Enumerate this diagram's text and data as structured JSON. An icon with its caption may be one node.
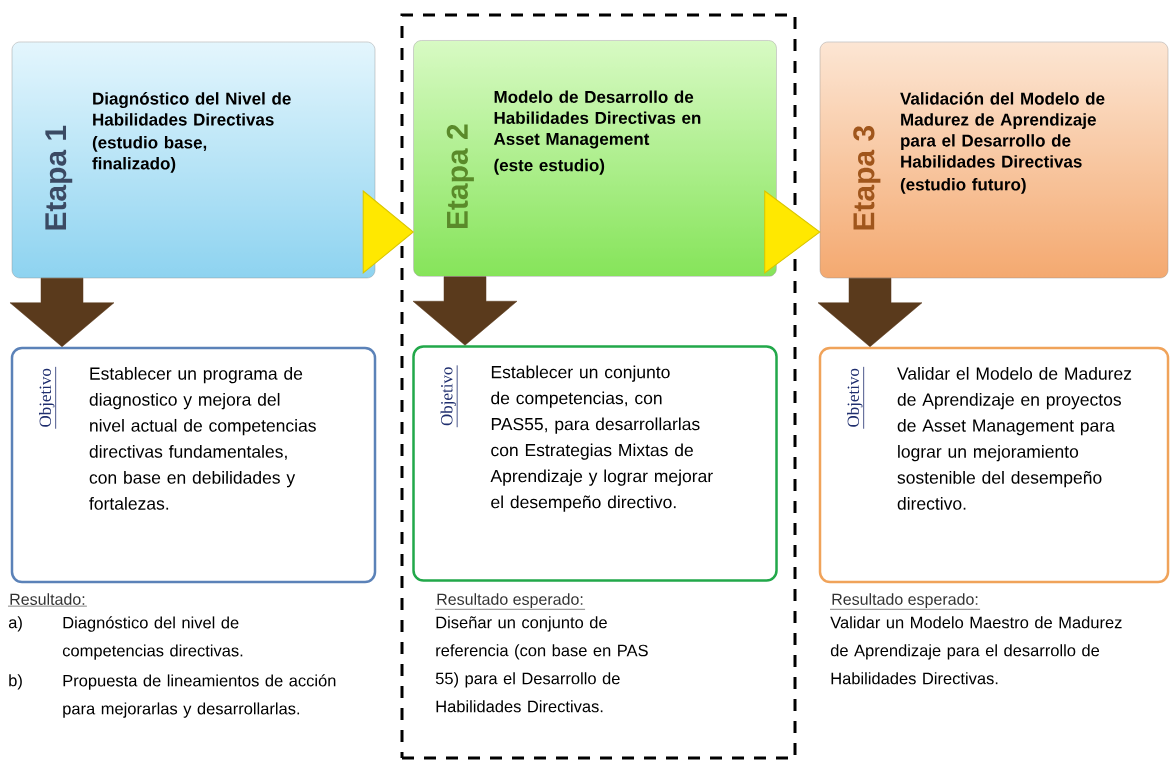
{
  "diagram": {
    "nodes": [
      {
        "text": [
          "Etapa 1",
          "Diagnóstico del Nivel de Habilidades Directivas",
          "(estudio base, finalizado)"
        ]
      },
      {
        "text": [],
        "shape": "box"
      },
      {
        "text": [
          "Etapa 2",
          "Modelo de Desarrollo de Habilidades Directivas en Asset Management",
          "(este estudio)"
        ],
        "in": 1
      },
      {
        "text": [
          "Etapa 3",
          "Validación del Modelo de Madurez de Aprendizaje para el Desarrollo de Habilidades Directivas",
          "(estudio futuro)"
        ]
      },
      {
        "text": [
          "Objetivo",
          "Establecer un programa de diagnostico y mejora del nivel actual de competencias directivas fundamentales, con base en debilidades y fortalezas."
        ]
      },
      {
        "text": [
          "Objetivo",
          "Establecer un conjunto de competencias, con PAS55, para desarrollarlas con Estrategias Mixtas de Aprendizaje y lograr mejorar el desempeño directivo."
        ],
        "in": 1
      },
      {
        "text": [
          "Objetivo",
          "Validar el Modelo de Madurez de Aprendizaje en proyectos de Asset Management para lograr un mejoramiento sostenible del desempeño directivo."
        ]
      }
    ],
    "edges": [
      {
        "from": 0,
        "to": 2,
        "arrow": "to",
        "color": "#ffe800"
      },
      {
        "from": 2,
        "to": 3,
        "arrow": "to",
        "color": "#ffe800"
      },
      {
        "from": 0,
        "to": 4,
        "arrow": "to"
      },
      {
        "from": 2,
        "to": 5,
        "arrow": "to"
      },
      {
        "from": 3,
        "to": 6,
        "arrow": "to"
      }
    ],
    "labels": [
      "Resultado:",
      "a)",
      "Diagnóstico del nivel de competencias directivas.",
      "b)",
      "Propuesta de lineamientos de acción para mejorarlas y desarrollarlas.",
      "Resultado esperado:",
      "Diseñar un conjunto de referencia (con base en PAS 55) para el Desarrollo de Habilidades Directivas.",
      "Resultado esperado:",
      "Validar un Modelo Maestro de Madurez de Aprendizaje para el desarrollo de Habilidades Directivas."
    ]
  }
}
